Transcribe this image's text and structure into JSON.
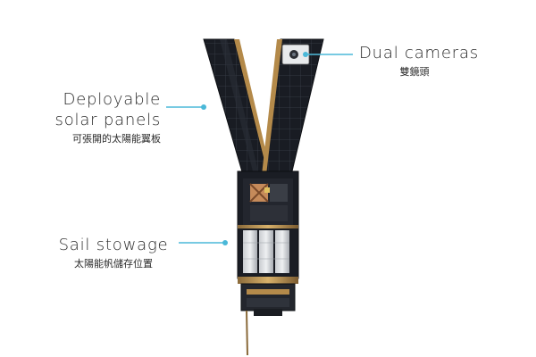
{
  "callouts": {
    "solar_panels": {
      "title_line1": "Deployable",
      "title_line2": "solar panels",
      "subtitle": "可張開的太陽能翼板"
    },
    "sail_stowage": {
      "title": "Sail stowage",
      "subtitle": "太陽能帆儲存位置"
    },
    "dual_cameras": {
      "title": "Dual cameras",
      "subtitle": "雙鏡頭"
    }
  },
  "colors": {
    "leader_line": "#4ab8d8",
    "panel_dark": "#1c1f26",
    "gold_trim": "#b48a4a",
    "text": "#2b2b2b"
  }
}
